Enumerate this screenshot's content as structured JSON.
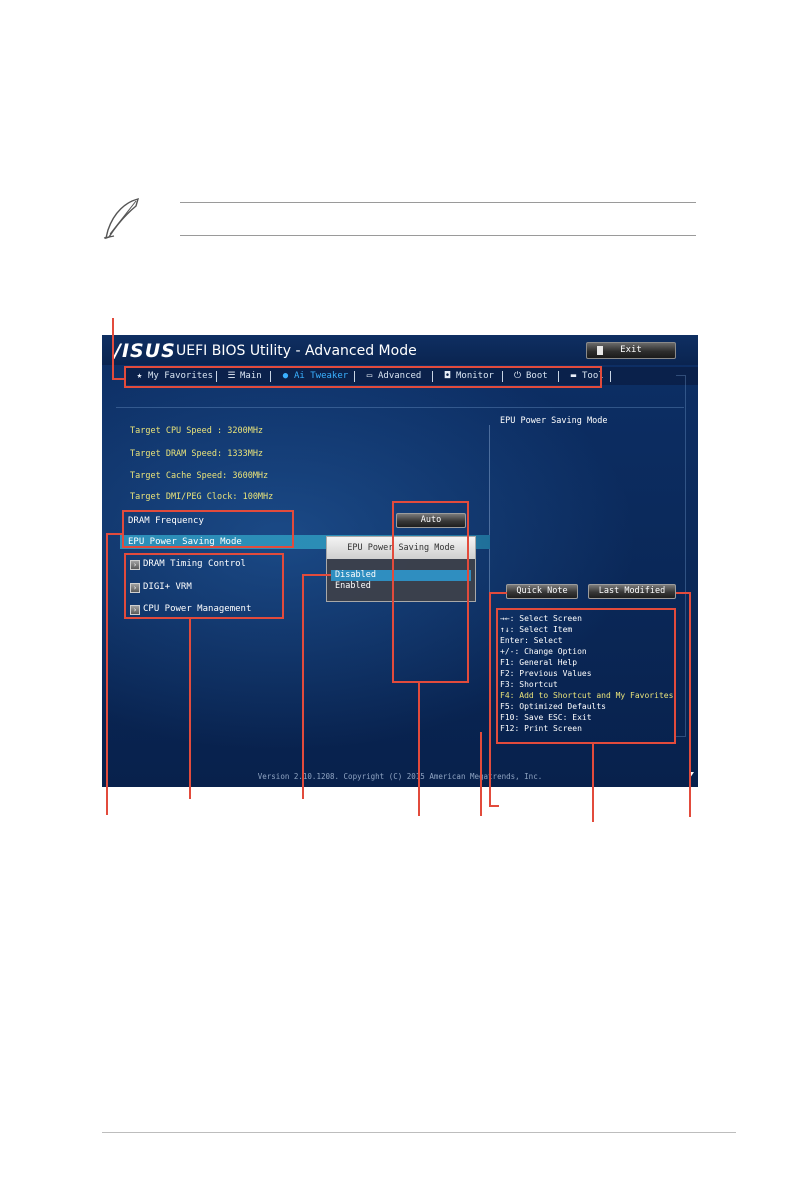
{
  "bios": {
    "logo": "/ISUS",
    "title": "UEFI BIOS Utility - Advanced Mode",
    "exit_label": "Exit",
    "menu": [
      {
        "label": "My Favorites",
        "icon": "star-icon"
      },
      {
        "label": "Main",
        "icon": "list-icon"
      },
      {
        "label": "Ai Tweaker",
        "icon": "tweaker-icon"
      },
      {
        "label": "Advanced",
        "icon": "advanced-icon"
      },
      {
        "label": "Monitor",
        "icon": "monitor-icon"
      },
      {
        "label": "Boot",
        "icon": "power-icon"
      },
      {
        "label": "Tool",
        "icon": "tool-icon"
      }
    ],
    "targets": [
      "Target CPU Speed : 3200MHz",
      "Target DRAM Speed: 1333MHz",
      "Target Cache Speed: 3600MHz",
      "Target DMI/PEG Clock: 100MHz"
    ],
    "dram_frequency_label": "DRAM Frequency",
    "dram_frequency_value": "Auto",
    "epu_label": "EPU Power Saving Mode",
    "submenus": [
      "DRAM Timing Control",
      "DIGI+ VRM",
      "CPU Power Management"
    ],
    "popup": {
      "title": "EPU Power Saving Mode",
      "options": [
        "Disabled",
        "Enabled"
      ],
      "selected": "Disabled"
    },
    "help_title": "EPU Power Saving Mode",
    "quick_note_label": "Quick Note",
    "last_modified_label": "Last Modified",
    "keys": [
      "→←: Select Screen",
      "↑↓: Select Item",
      "Enter: Select",
      "+/-: Change Option",
      "F1: General Help",
      "F2: Previous Values",
      "F3: Shortcut",
      "F4: Add to Shortcut and My Favorites",
      "F5: Optimized Defaults",
      "F10: Save  ESC: Exit",
      "F12: Print Screen"
    ],
    "keys_highlight_index": 7,
    "footer": "Version 2.10.1208. Copyright (C) 2015 American Megatrends, Inc."
  },
  "colors": {
    "callout": "#e24b3c",
    "highlight_text": "#e8e27a",
    "selection": "#2f8ec0"
  }
}
